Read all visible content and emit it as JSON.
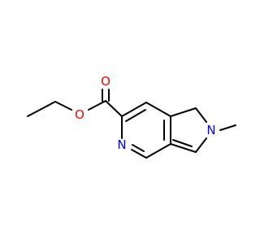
{
  "structure": {
    "atoms": {
      "carbonyl_oxygen": {
        "symbol": "O",
        "color": "#ff0000"
      },
      "ester_oxygen": {
        "symbol": "O",
        "color": "#ff0000"
      },
      "pyridine_nitrogen": {
        "symbol": "N",
        "color": "#0000ff"
      },
      "pyrrole_nitrogen": {
        "symbol": "N",
        "color": "#0000ff"
      }
    },
    "bond_color": "#000000"
  }
}
